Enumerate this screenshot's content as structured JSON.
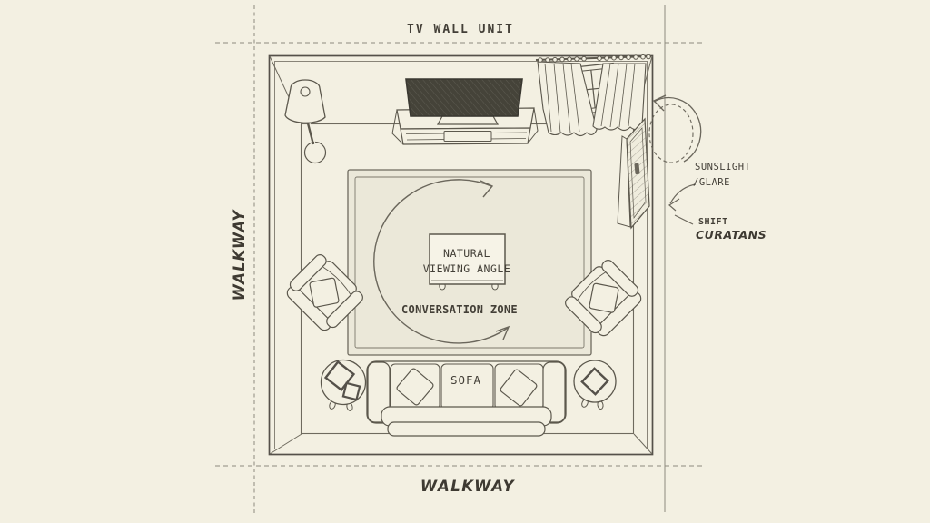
{
  "colors": {
    "paper": "#f3f0e2",
    "ink": "#5c584d",
    "text_dark": "#3e3a32",
    "tv_screen": "#454339",
    "rug": "#ebe8d9",
    "guide": "#8e8a7d"
  },
  "annotations": {
    "tv_wall_unit": "TV WALL UNIT",
    "walkway_left": "WALKWAY",
    "walkway_bottom": "WALKWAY",
    "coffee_table_line1": "NATURAL",
    "coffee_table_line2": "VIEWING ANGLE",
    "conversation_zone": "CONVERSATION ZONE",
    "sofa": "SOFA",
    "sunlight_line1": "SUNSLIGHT",
    "sunlight_line2": "/GLARE",
    "shift_line1": "SHIFT",
    "shift_line2": "CURATANS"
  }
}
